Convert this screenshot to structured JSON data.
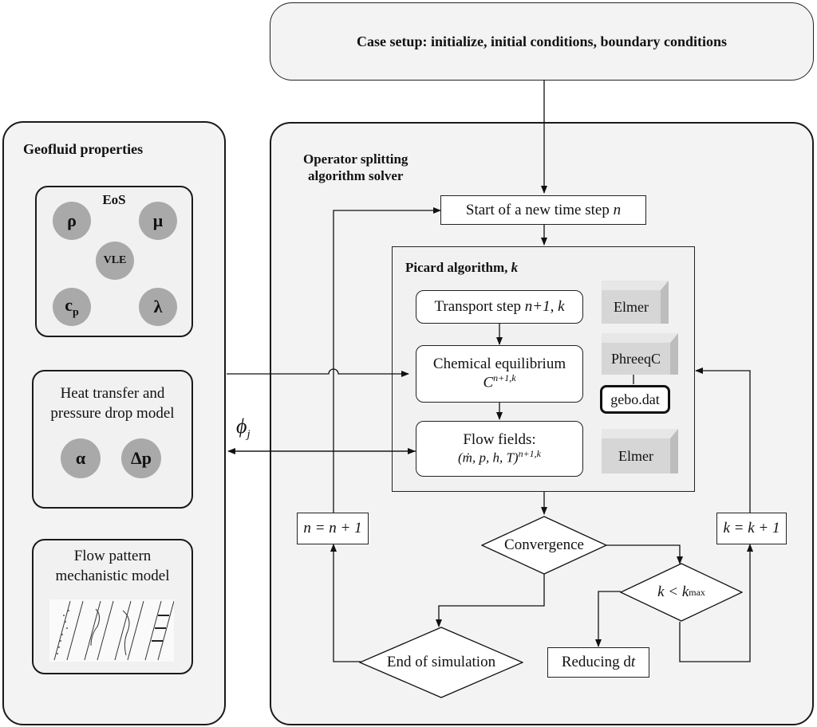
{
  "case_setup": "Case setup: initialize, initial conditions, boundary conditions",
  "geofluid": {
    "title": "Geofluid properties",
    "eos": {
      "title": "EoS",
      "rho": "ρ",
      "mu": "μ",
      "vle": "VLE",
      "cp_main": "c",
      "cp_sub": "p",
      "lambda": "λ"
    },
    "heat": {
      "title_line1": "Heat transfer and",
      "title_line2": "pressure drop model",
      "alpha": "α",
      "dp": "Δp"
    },
    "flow_pattern": {
      "title_line1": "Flow pattern",
      "title_line2": "mechanistic model"
    }
  },
  "solver": {
    "title_line1": "Operator splitting",
    "title_line2": "algorithm solver",
    "start": "Start of a new time step",
    "start_var": "n",
    "picard_title": "Picard algorithm,",
    "picard_var": "k",
    "transport": "Transport step",
    "transport_var": "n+1, k",
    "chem_line1": "Chemical equilibrium",
    "chem_var": "C",
    "chem_sup": "n+1,k",
    "flow_line1": "Flow fields:",
    "flow_var": "(ṁ, p, h, T)",
    "flow_sup": "n+1,k",
    "elmer1": "Elmer",
    "phreeqc": "PhreeqC",
    "gebo": "gebo.dat",
    "elmer2": "Elmer",
    "convergence": "Convergence",
    "kmax_lhs": "k < k",
    "kmax_sub": "max",
    "end": "End of simulation",
    "reducing": "Reducing d",
    "reducing_var": "t",
    "n_update": "n = n + 1",
    "k_update": "k = k + 1",
    "phi": "ϕ",
    "phi_sub": "j"
  }
}
